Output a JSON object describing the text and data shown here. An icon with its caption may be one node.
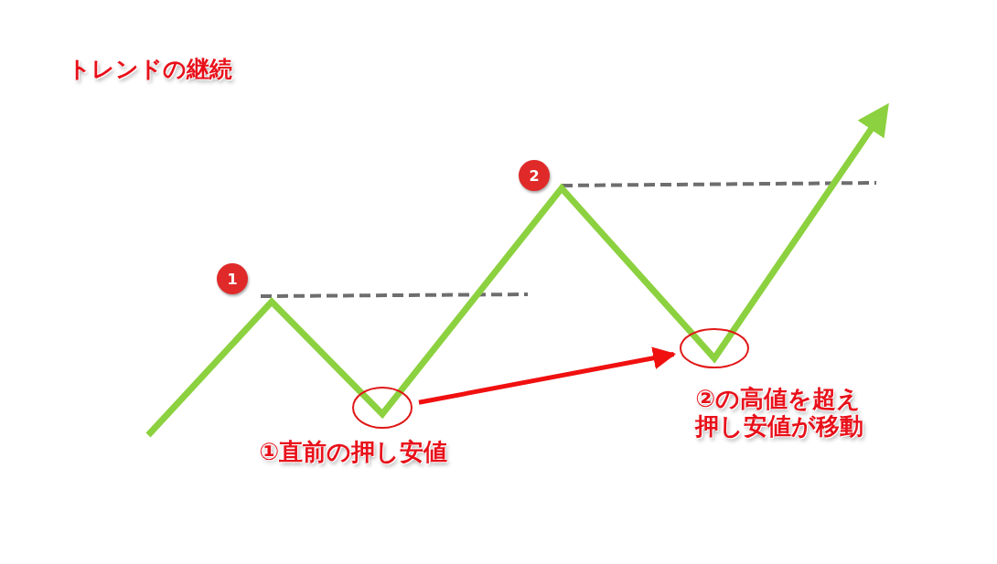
{
  "diagram": {
    "title": "トレンドの継続",
    "nodes": [
      {
        "text": [
          "1"
        ]
      },
      {
        "text": [
          "2"
        ]
      },
      {
        "text": [],
        "shape": "circle"
      },
      {
        "text": [],
        "shape": "circle"
      }
    ],
    "edges": [
      {
        "from": 2,
        "to": 3,
        "arrow": "to"
      }
    ],
    "labels": [
      "①直前の押し安値",
      "②の高値を超え押し安値が移動"
    ]
  }
}
